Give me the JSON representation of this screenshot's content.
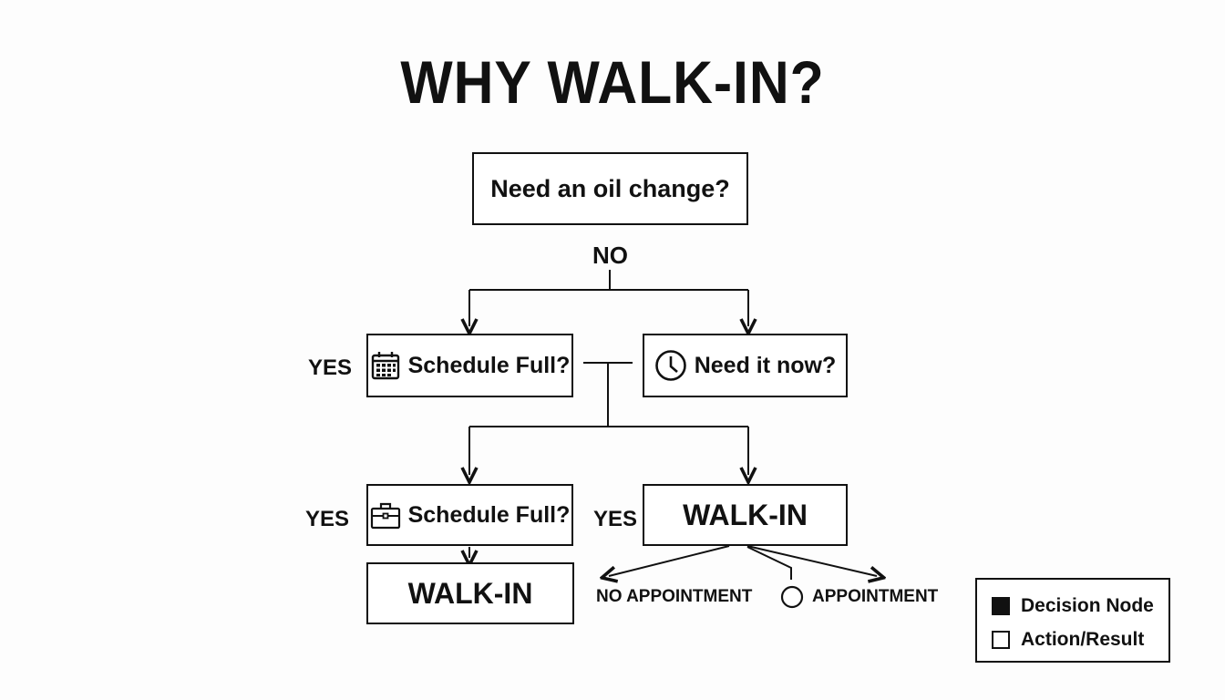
{
  "title": "WHY WALK-IN?",
  "nodes": {
    "start": "Need an oil change?",
    "schedule_full_1": "Schedule Full?",
    "need_now": "Need it now?",
    "schedule_full_2": "Schedule Full?",
    "walk_in_right": "WALK-IN",
    "walk_in_left": "WALK-IN"
  },
  "edge_labels": {
    "no": "NO",
    "yes_1": "YES",
    "yes_2": "YES",
    "yes_3": "YES",
    "no_appointment": "NO APPOINTMENT",
    "appointment": "APPOINTMENT"
  },
  "icons": {
    "calendar": "calendar-icon",
    "clock": "clock-icon",
    "briefcase": "briefcase-icon",
    "circle": "circle-icon"
  },
  "legend": {
    "items": [
      {
        "label": "Decision Node",
        "style": "filled"
      },
      {
        "label": "Action/Result",
        "style": "outline"
      }
    ]
  },
  "colors": {
    "ink": "#111111",
    "background": "#fdfdfd"
  }
}
